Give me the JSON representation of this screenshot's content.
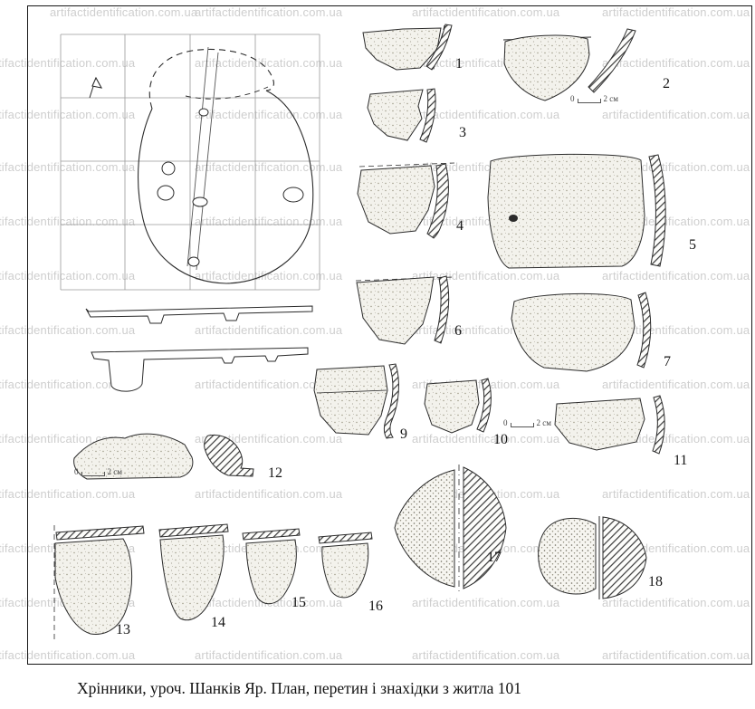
{
  "watermark": {
    "text": "artifactidentification.com.ua"
  },
  "caption": "Хрінники, уроч. Шанків Яр. План, перетин і знахідки з житла 101",
  "numbers": {
    "n1": "1",
    "n2": "2",
    "n3": "3",
    "n4": "4",
    "n5": "5",
    "n6": "6",
    "n7": "7",
    "n9": "9",
    "n10": "10",
    "n11": "11",
    "n12": "12",
    "n13": "13",
    "n14": "14",
    "n15": "15",
    "n16": "16",
    "n17": "17",
    "n18": "18"
  },
  "scale": {
    "zero": "0",
    "unit": "2 см"
  },
  "colors": {
    "ink": "#2b2b2b",
    "watermark": "#c6c6c6",
    "paper": "#ffffff"
  }
}
